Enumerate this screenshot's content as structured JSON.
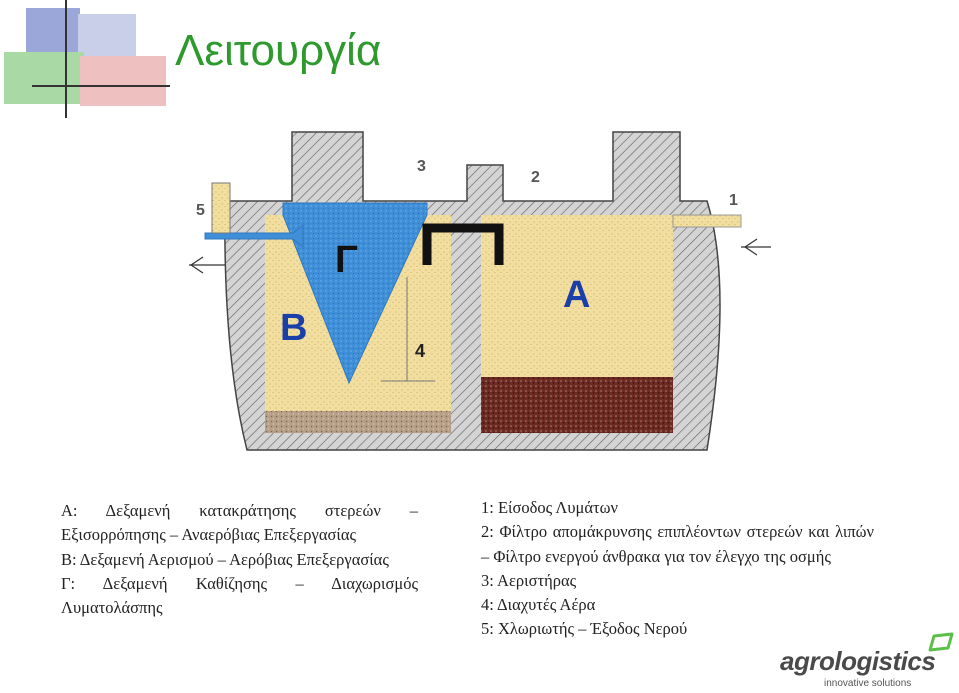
{
  "slide": {
    "title": "Λειτουργία",
    "colors": {
      "title": "#2e9a2e",
      "tank_fill": "#f2dfa0",
      "wall": "#b0b0b0",
      "settler": "#3f8fd8",
      "filter_media": "#6b2a22",
      "sludge": "#b7a088",
      "logo_accent": "#5bbf4a"
    }
  },
  "diagram": {
    "markers": {
      "m1": "1",
      "m2": "2",
      "m3": "3",
      "m4": "4",
      "m5": "5"
    },
    "chambers": {
      "a": "A",
      "b": "B",
      "g": "Γ"
    }
  },
  "legend_left": [
    "Α: Δεξαμενή κατακράτησης στερεών – Εξισορρόπησης – Αναερόβιας Επεξεργασίας",
    "Β: Δεξαμενή Αερισμού – Αερόβιας Επεξεργασίας",
    "Γ: Δεξαμενή Καθίζησης – Διαχωρισμός Λυματολάσπης"
  ],
  "legend_right": [
    "1: Είσοδος Λυμάτων",
    "2: Φίλτρο απομάκρυνσης επιπλέοντων στερεών και λιπών – Φίλτρο ενεργού άνθρακα για τον έλεγχο της οσμής",
    "3: Αεριστήρας",
    "4: Διαχυτές Αέρα",
    "5: Χλωριωτής – Έξοδος Νερού"
  ],
  "logo": {
    "name": "agrologistics",
    "tagline": "innovative solutions"
  }
}
